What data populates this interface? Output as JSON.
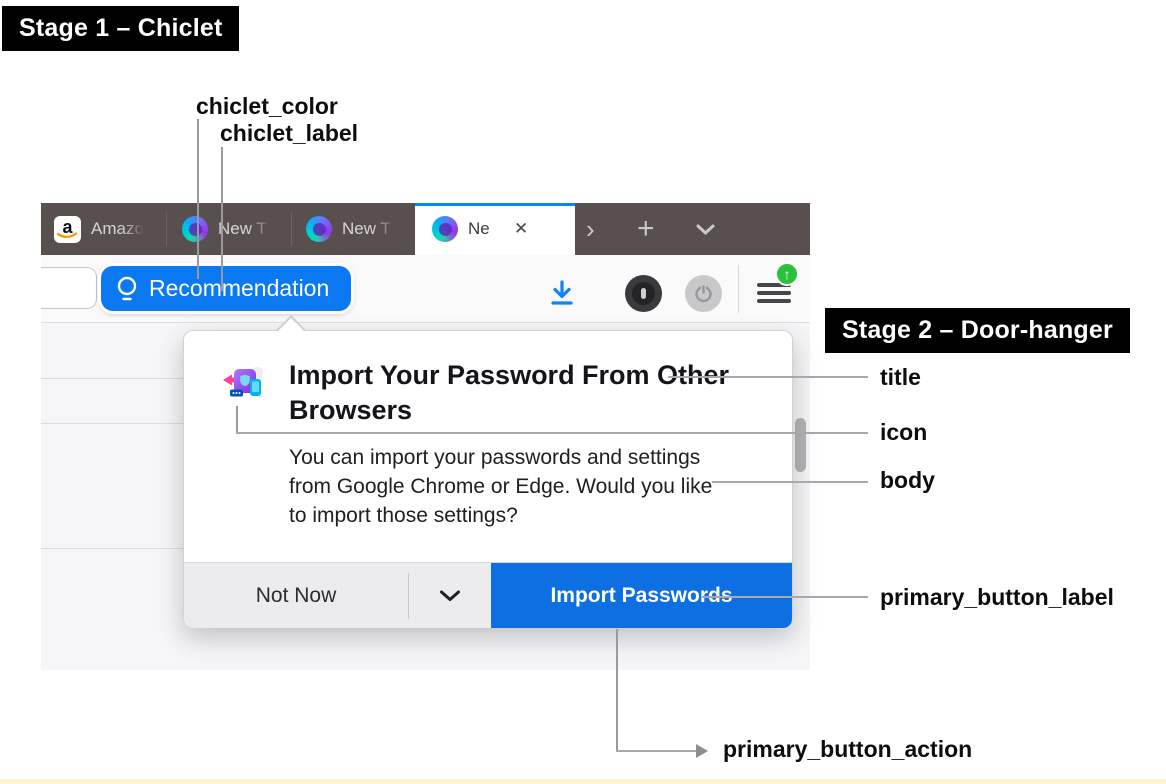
{
  "annotations": {
    "stage1": "Stage 1 – Chiclet",
    "stage2": "Stage 2 – Door-hanger",
    "chiclet_color": "chiclet_color",
    "chiclet_label": "chiclet_label",
    "title": "title",
    "icon": "icon",
    "body": "body",
    "primary_button_label": "primary_button_label",
    "primary_button_action": "primary_button_action"
  },
  "browser": {
    "tabs": [
      {
        "label": "Amazo",
        "icon": "amazon-icon"
      },
      {
        "label": "New T",
        "icon": "firefox-icon"
      },
      {
        "label": "New T",
        "icon": "firefox-icon"
      },
      {
        "label": "Ne",
        "icon": "firefox-icon",
        "active": true
      }
    ],
    "tab_controls": {
      "scroll": "›",
      "new_tab": "+",
      "close": "✕"
    },
    "toolbar": {
      "chiclet": {
        "label": "Recommendation",
        "color": "#0a79f2",
        "icon": "lightbulb-icon"
      },
      "badge_glyph": "↑",
      "icon_names": [
        "download-icon",
        "extension-circle-icon",
        "power-icon",
        "menu-icon"
      ]
    }
  },
  "doorhanger": {
    "title": "Import Your Password From Other Browsers",
    "body": "You can import your passwords and settings from Google Chrome or Edge. Would you like to import those settings?",
    "secondary_button_label": "Not Now",
    "primary_button_label": "Import Passwords",
    "primary_color": "#0d6fe2"
  },
  "colors": {
    "tabbar": "#57504e",
    "active_tab_stripe": "#0a84ff",
    "download_blue": "#0a84ff",
    "update_badge_green": "#2bc13d"
  }
}
